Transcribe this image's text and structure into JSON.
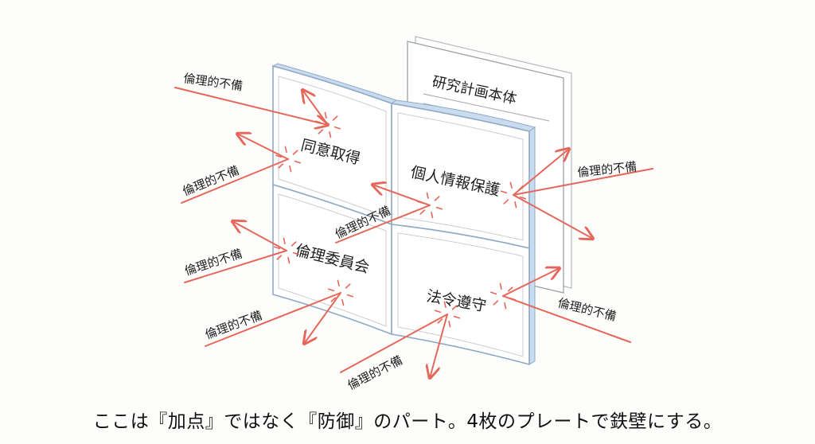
{
  "document": {
    "title": "研究計画本体"
  },
  "plates": [
    {
      "label": "同意取得"
    },
    {
      "label": "個人情報保護"
    },
    {
      "label": "倫理委員会"
    },
    {
      "label": "法令遵守"
    }
  ],
  "attacks": [
    {
      "label": "倫理的不備"
    },
    {
      "label": "倫理的不備"
    },
    {
      "label": "倫理的不備"
    },
    {
      "label": "倫理的不備"
    },
    {
      "label": "倫理的不備"
    },
    {
      "label": "倫理的不備"
    },
    {
      "label": "倫理的不備"
    },
    {
      "label": "倫理的不備"
    }
  ],
  "caption": "ここは『加点』ではなく『防御』のパート。4枚のプレートで鉄壁にする。",
  "colors": {
    "arrow": "#e5675a",
    "plate_edge": "#c9dcef",
    "plate_border": "#8fa9c4"
  }
}
